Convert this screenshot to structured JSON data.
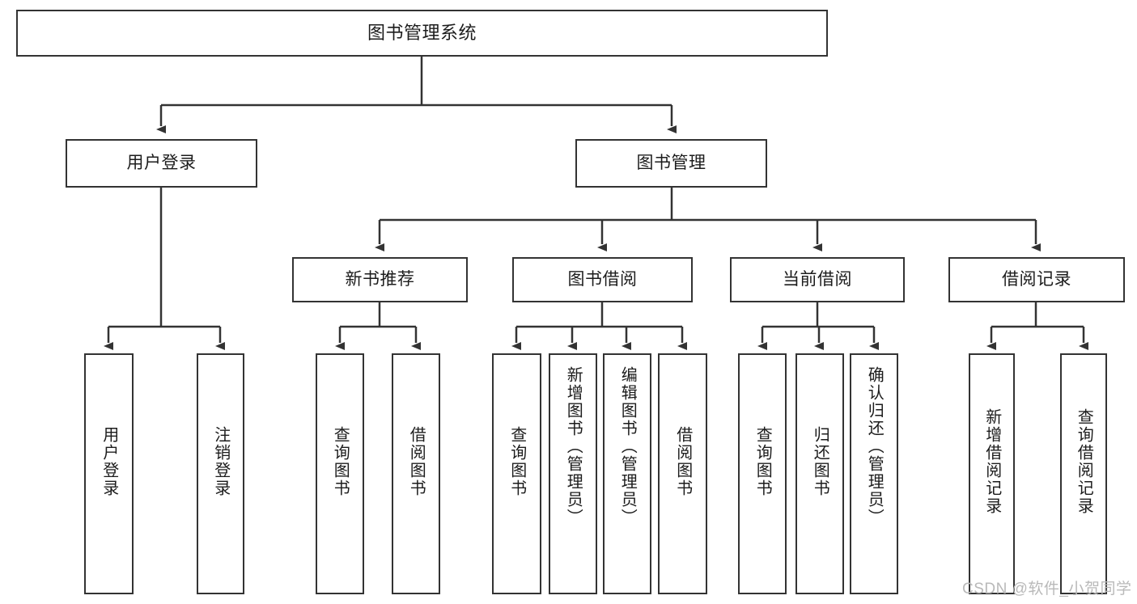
{
  "diagram": {
    "type": "tree-hierarchy",
    "title": "图书管理系统",
    "root": {
      "label": "图书管理系统"
    },
    "level1": [
      {
        "label": "用户登录"
      },
      {
        "label": "图书管理"
      }
    ],
    "level2": [
      {
        "label": "新书推荐"
      },
      {
        "label": "图书借阅"
      },
      {
        "label": "当前借阅"
      },
      {
        "label": "借阅记录"
      }
    ],
    "leaves": {
      "user_login": [
        {
          "label": "用户登录"
        },
        {
          "label": "注销登录"
        }
      ],
      "new_book_recommend": [
        {
          "label": "查询图书"
        },
        {
          "label": "借阅图书"
        }
      ],
      "book_borrow": [
        {
          "label": "查询图书"
        },
        {
          "label": "新增图书（管理员）"
        },
        {
          "label": "编辑图书（管理员）"
        },
        {
          "label": "借阅图书"
        }
      ],
      "current_borrow": [
        {
          "label": "查询图书"
        },
        {
          "label": "归还图书"
        },
        {
          "label": "确认归还（管理员）"
        }
      ],
      "borrow_record": [
        {
          "label": "新增借阅记录"
        },
        {
          "label": "查询借阅记录"
        }
      ]
    }
  },
  "watermark": {
    "text": "CSDN @软件_小贺同学"
  },
  "colors": {
    "border": "#333333",
    "background": "#ffffff",
    "text": "#1c1c1c",
    "watermark": "#b9b9b9"
  }
}
